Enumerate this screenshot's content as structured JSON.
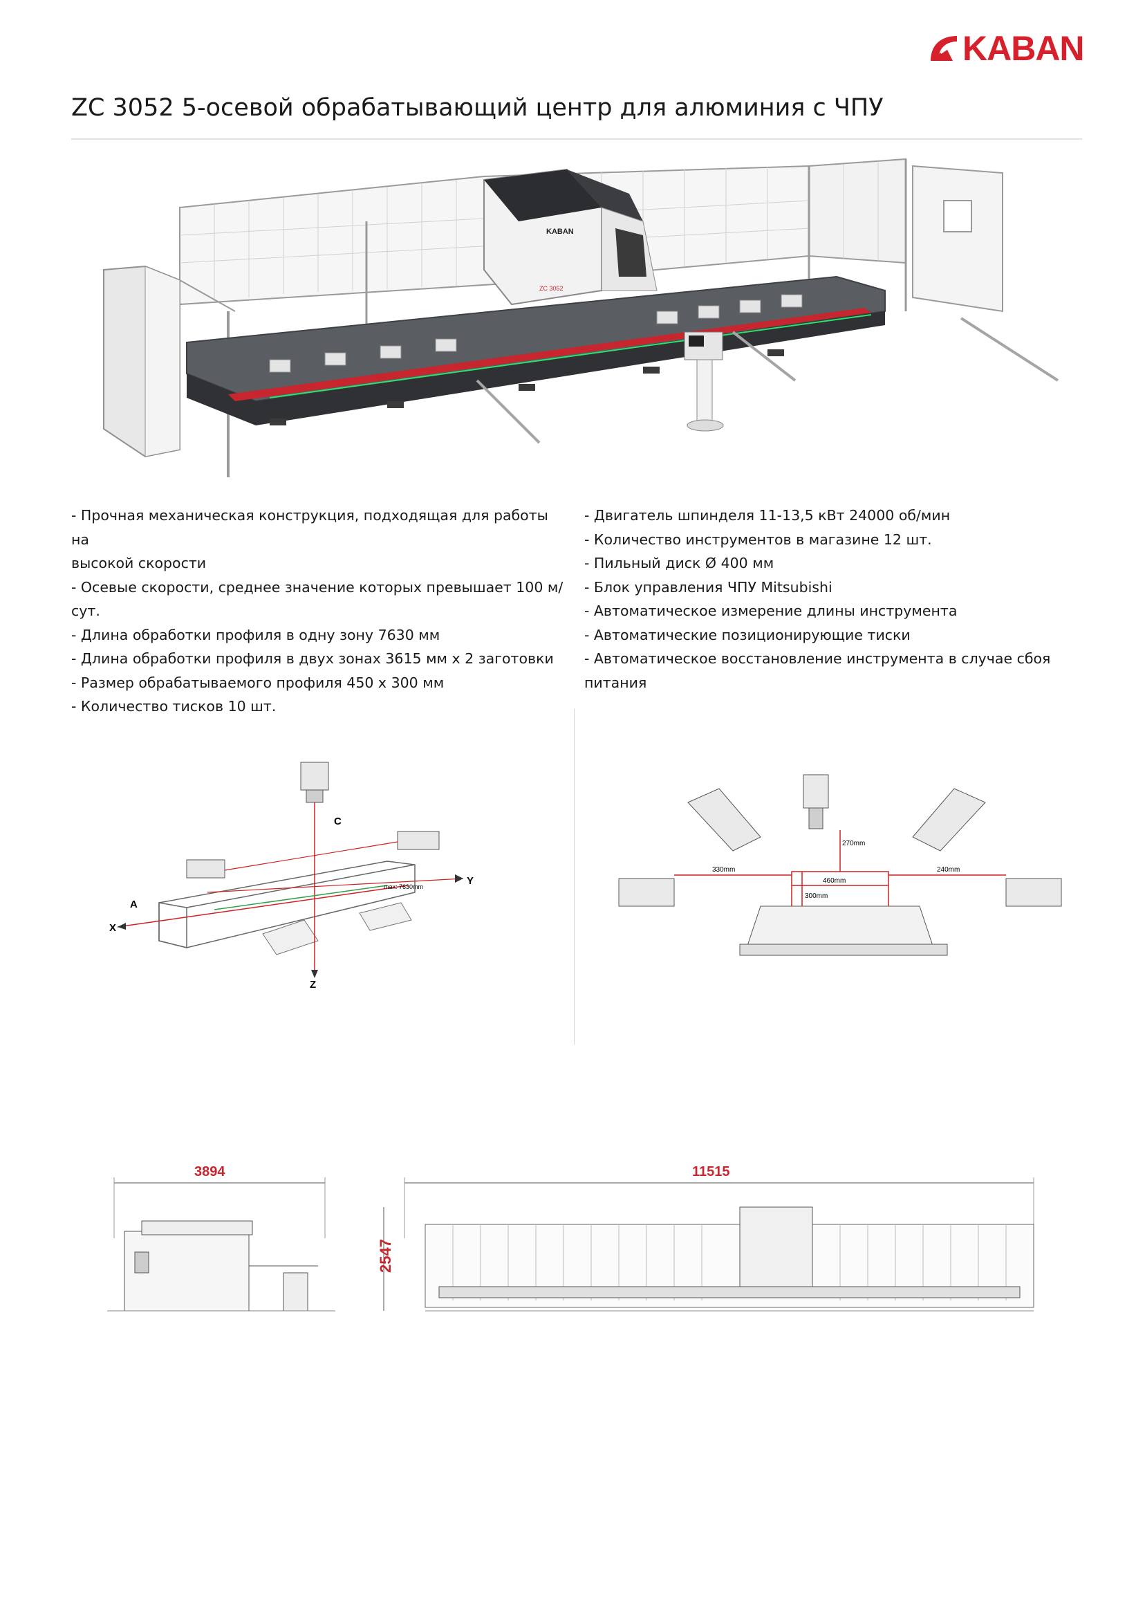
{
  "brand": {
    "logo_text": "KABAN",
    "accent": "#d6202b"
  },
  "header": {
    "title": "ZC 3052 5-осевой обрабатывающий центр для алюминия с ЧПУ"
  },
  "hero": {
    "machine_badge": "KABAN",
    "model_badge": "ZC 3052"
  },
  "features": {
    "left": [
      "- Прочная механическая конструкция, подходящая для работы на",
      "высокой скорости",
      "- Осевые скорости, среднее значение которых превышает 100 м/",
      "сут.",
      "- Длина обработки профиля в одну зону 7630 мм",
      "- Длина обработки профиля в двух зонах 3615 мм x 2 заготовки",
      "- Размер обрабатываемого профиля 450 x 300 мм",
      "- Количество тисков 10 шт."
    ],
    "right": [
      "- Двигатель шпинделя 11-13,5 кВт 24000 об/мин",
      "- Количество инструментов в магазине 12 шт.",
      "- Пильный диск Ø 400 мм",
      "- Блок управления ЧПУ Mitsubishi",
      "- Автоматическое измерение длины инструмента",
      "- Автоматические позиционирующие тиски",
      "- Автоматическое восстановление инструмента в случае сбоя",
      "питания"
    ]
  },
  "axes_diagram": {
    "labels": {
      "x": "X",
      "y": "Y",
      "z": "Z",
      "a": "A",
      "c": "C"
    },
    "max_label": "max: 7630mm"
  },
  "heads_diagram": {
    "dims": {
      "d270": "270mm",
      "d330": "330mm",
      "d240": "240mm",
      "d460": "460mm",
      "d300": "300mm"
    }
  },
  "dimensions": {
    "width": "3894",
    "length": "11515",
    "height": "2547"
  }
}
